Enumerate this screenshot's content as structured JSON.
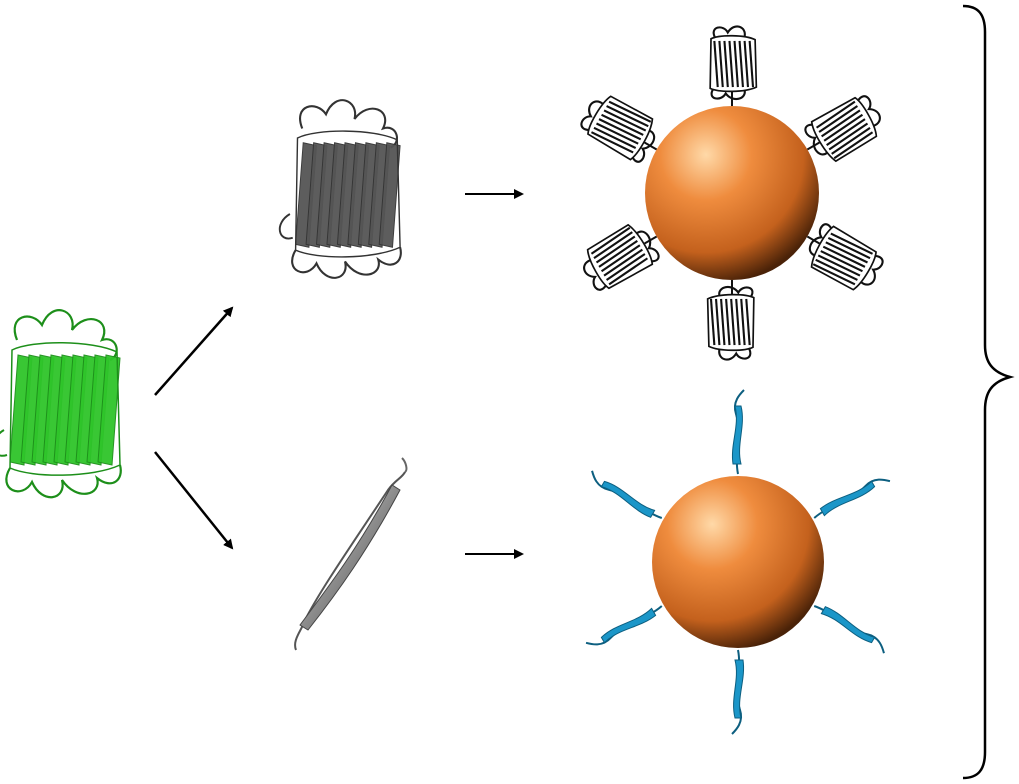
{
  "figure": {
    "source_protein": {
      "icon": "gfp-barrel-icon",
      "color": "#2fc52a"
    },
    "branches": [
      {
        "id": "full-protein",
        "protein_icon": "gfp-barrel-icon",
        "protein_color": "#555555",
        "nanoparticle_color": "#e8843a",
        "conjugated_count": 6,
        "conjugate_color": "#111111"
      },
      {
        "id": "beta-strand-peptide",
        "protein_icon": "peptide-strand-icon",
        "protein_color": "#6e6e6e",
        "nanoparticle_color": "#e8843a",
        "conjugated_count": 6,
        "conjugate_color": "#1b96c8"
      }
    ],
    "arrow_color": "#000000",
    "bracket": "right-curly-brace"
  }
}
